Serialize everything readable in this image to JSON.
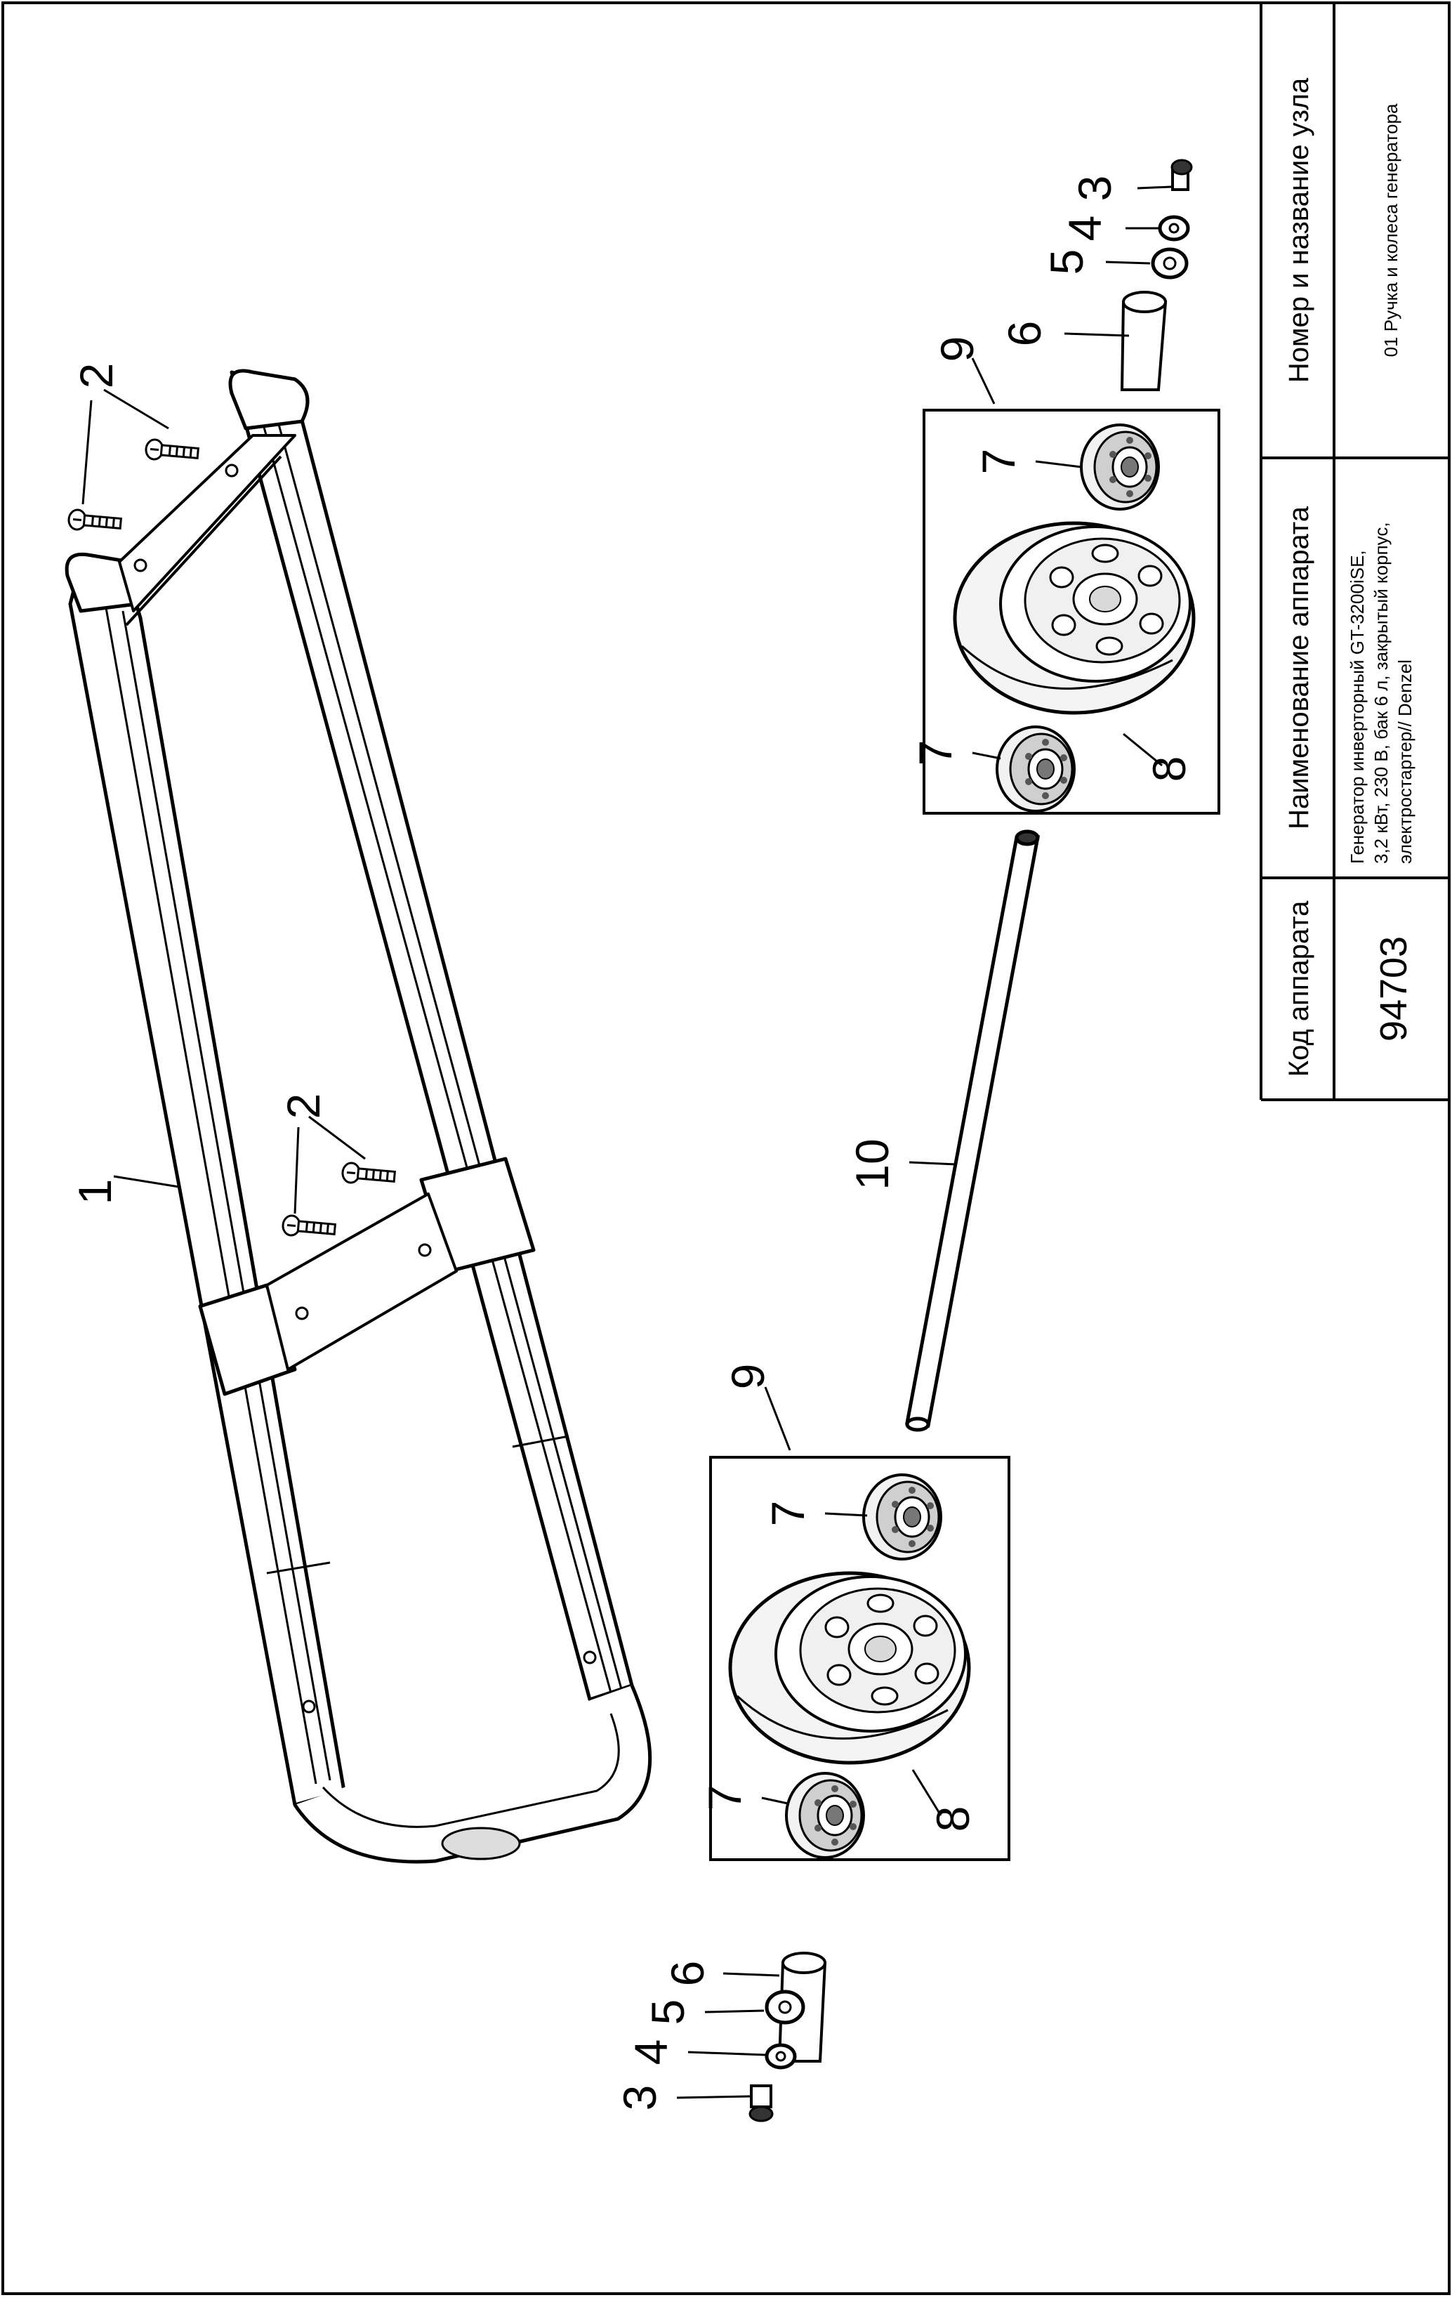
{
  "title_block": {
    "col_code_header": "Код аппарата",
    "col_name_header": "Наименование аппарата",
    "col_unit_header": "Номер и название узла",
    "device_code": "94703",
    "device_name_lines": [
      "Генератор инверторный GT-3200iSE,",
      "3,2 кВт, 230 В, бак 6 л, закрытый корпус,",
      "электростартер// Denzel"
    ],
    "unit_name": "01 Ручка и колеса генератора"
  },
  "callouts": {
    "handle": "1",
    "screw": "2",
    "bolt": "3",
    "washer": "4",
    "spring_washer": "5",
    "bushing": "6",
    "bearing": "7",
    "wheel": "8",
    "wheel_assembly": "9",
    "axle": "10"
  }
}
